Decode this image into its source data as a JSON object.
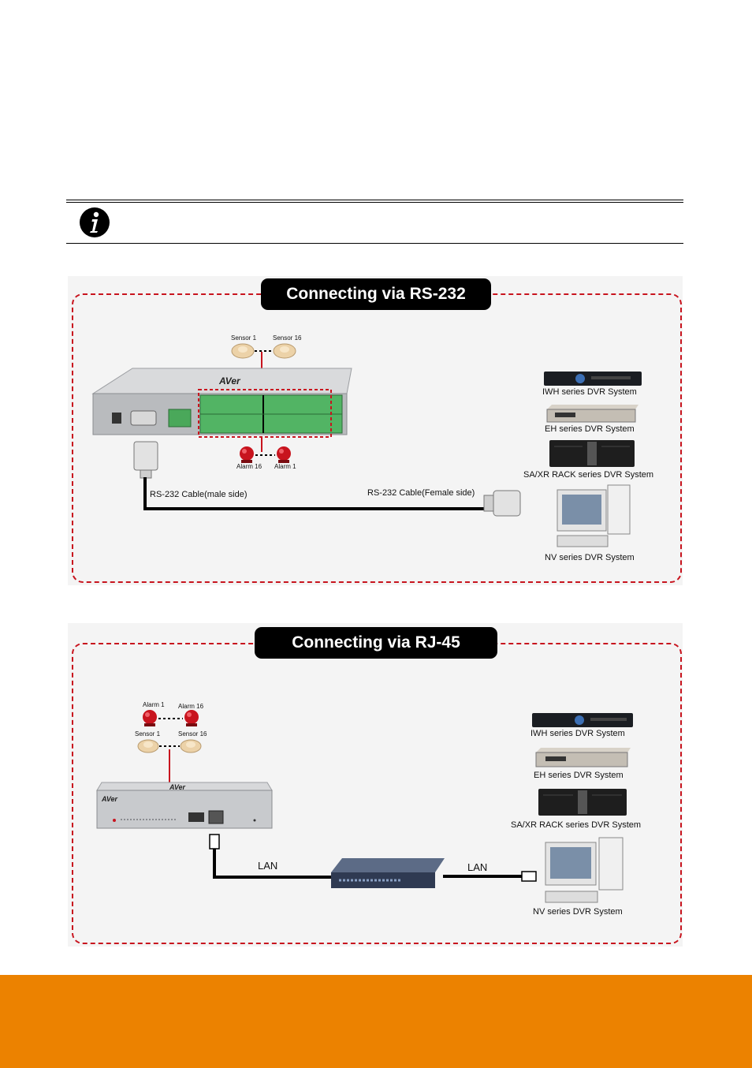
{
  "rs232": {
    "title": "Connecting via RS-232",
    "sensor_1": "Sensor 1",
    "sensor_16": "Sensor 16",
    "alarm_16": "Alarm 16",
    "alarm_1": "Alarm 1",
    "cable_male": "RS-232 Cable(male side)",
    "cable_female": "RS-232 Cable(Female side)",
    "systems": [
      "IWH series DVR System",
      "EH series DVR System",
      "SA/XR RACK series DVR System",
      "NV series DVR System"
    ]
  },
  "rj45": {
    "title": "Connecting via RJ-45",
    "alarm_1": "Alarm 1",
    "alarm_16": "Alarm 16",
    "sensor_1": "Sensor 1",
    "sensor_16": "Sensor 16",
    "lan_left": "LAN",
    "lan_right": "LAN",
    "systems": [
      "IWH series DVR System",
      "EH series DVR System",
      "SA/XR RACK series DVR System",
      "NV series DVR System"
    ]
  },
  "colors": {
    "footer": "#ec8200",
    "frame": "#c8141e"
  },
  "icons": [
    "info-icon",
    "io-box-device",
    "sensor-icon",
    "alarm-light-icon",
    "db9-connector-icon",
    "network-switch-icon",
    "rj45-plug-icon",
    "dvr-recorder-icon",
    "desktop-computer-icon"
  ]
}
